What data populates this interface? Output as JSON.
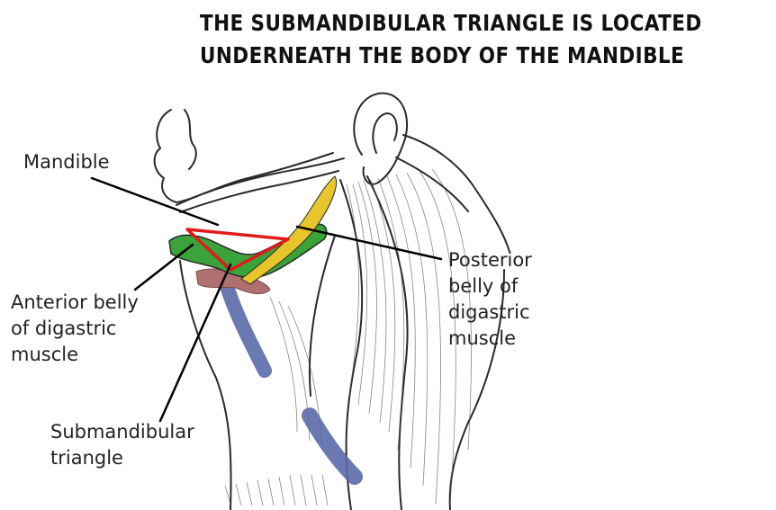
{
  "title": {
    "line1": "THE SUBMANDIBULAR TRIANGLE IS LOCATED",
    "line2": "UNDERNEATH THE BODY OF THE MANDIBLE"
  },
  "labels": {
    "mandible": [
      "Mandible"
    ],
    "anterior_belly": [
      "Anterior belly",
      "of digastric",
      "muscle"
    ],
    "posterior_belly": [
      "Posterior",
      "belly of",
      "digastric",
      "muscle"
    ],
    "submandibular_triangle": [
      "Submandibular",
      "triangle"
    ]
  },
  "colors": {
    "outline": "#2a2a2a",
    "triangle": "#e01b1b",
    "digastric_green": "#3aa33a",
    "stylohyoid_yellow": "#e8c52a",
    "vein_blue": "#5a6aa8",
    "hyoid_pink": "#b07070"
  }
}
